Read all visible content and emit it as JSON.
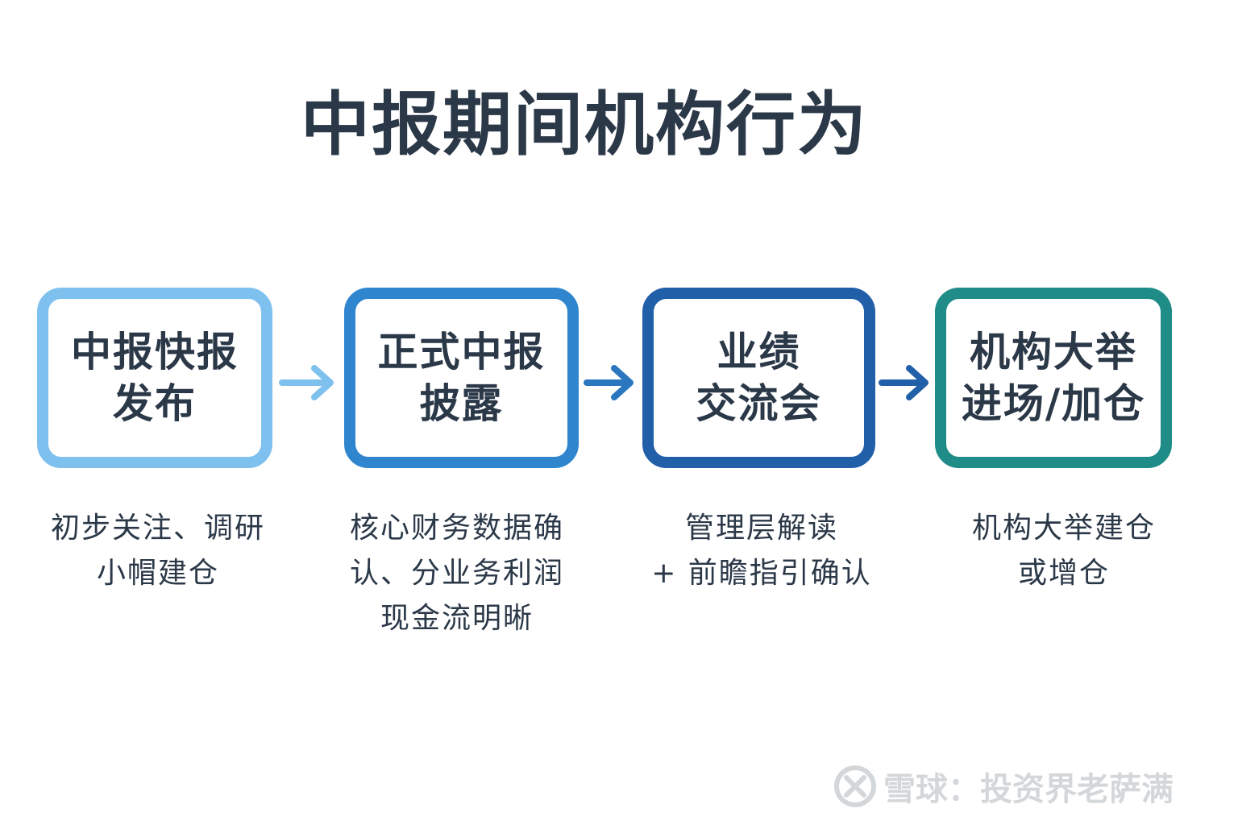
{
  "title": "中报期间机构行为",
  "steps": [
    {
      "lines": [
        "中报快报",
        "发布"
      ],
      "desc": [
        "初步关注、调研",
        "小帽建仓"
      ],
      "color": "#7ec0ee"
    },
    {
      "lines": [
        "正式中报",
        "披露"
      ],
      "desc": [
        "核心财务数据确",
        "认、分业务利润",
        "现金流明晰"
      ],
      "color": "#2f86cf"
    },
    {
      "lines": [
        "业绩",
        "交流会"
      ],
      "desc": [
        "管理层解读",
        "+ 前瞻指引确认"
      ],
      "color": "#215fa8"
    },
    {
      "lines": [
        "机构大举",
        "进场/加仓"
      ],
      "desc": [
        "机构大举建仓",
        "或增仓"
      ],
      "color": "#1f8c88"
    }
  ],
  "arrows": [
    {
      "color": "#7ec0ee",
      "icon": "arrow-right-icon"
    },
    {
      "color": "#2a77c0",
      "icon": "arrow-right-icon"
    },
    {
      "color": "#215fa8",
      "icon": "arrow-right-icon"
    }
  ],
  "watermark": {
    "text": "雪球：投资界老萨满",
    "icon": "xueqiu-logo-icon",
    "color": "#d4d7da"
  }
}
